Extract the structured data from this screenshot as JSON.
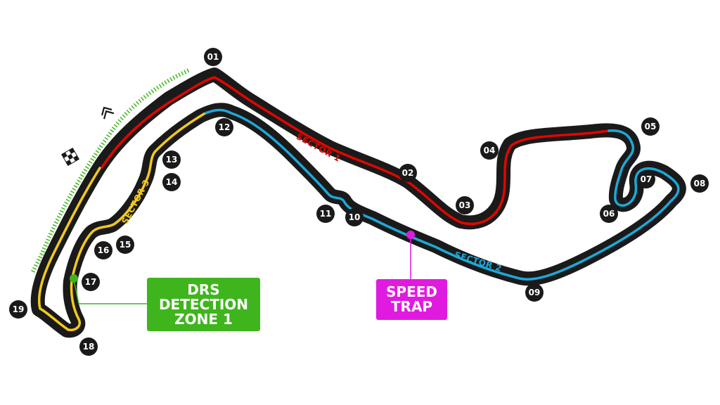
{
  "colors": {
    "track": "#1a1a1a",
    "sector1": "#e10600",
    "sector2": "#1ea8d8",
    "sector3": "#f2c91d",
    "drs": "#3fb51d",
    "speed_trap": "#e11ae0"
  },
  "sectors": [
    {
      "label": "SECTOR 1"
    },
    {
      "label": "SECTOR 2"
    },
    {
      "label": "SECTOR 3"
    }
  ],
  "turns": [
    "01",
    "02",
    "03",
    "04",
    "05",
    "06",
    "07",
    "08",
    "09",
    "10",
    "11",
    "12",
    "13",
    "14",
    "15",
    "16",
    "17",
    "18",
    "19"
  ],
  "drs_detection": {
    "lines": [
      "DRS",
      "DETECTION",
      "ZONE 1"
    ]
  },
  "speed_trap": {
    "lines": [
      "SPEED",
      "TRAP"
    ]
  },
  "icons": [
    "chequered-flag-icon",
    "start-direction-chevrons-icon"
  ]
}
